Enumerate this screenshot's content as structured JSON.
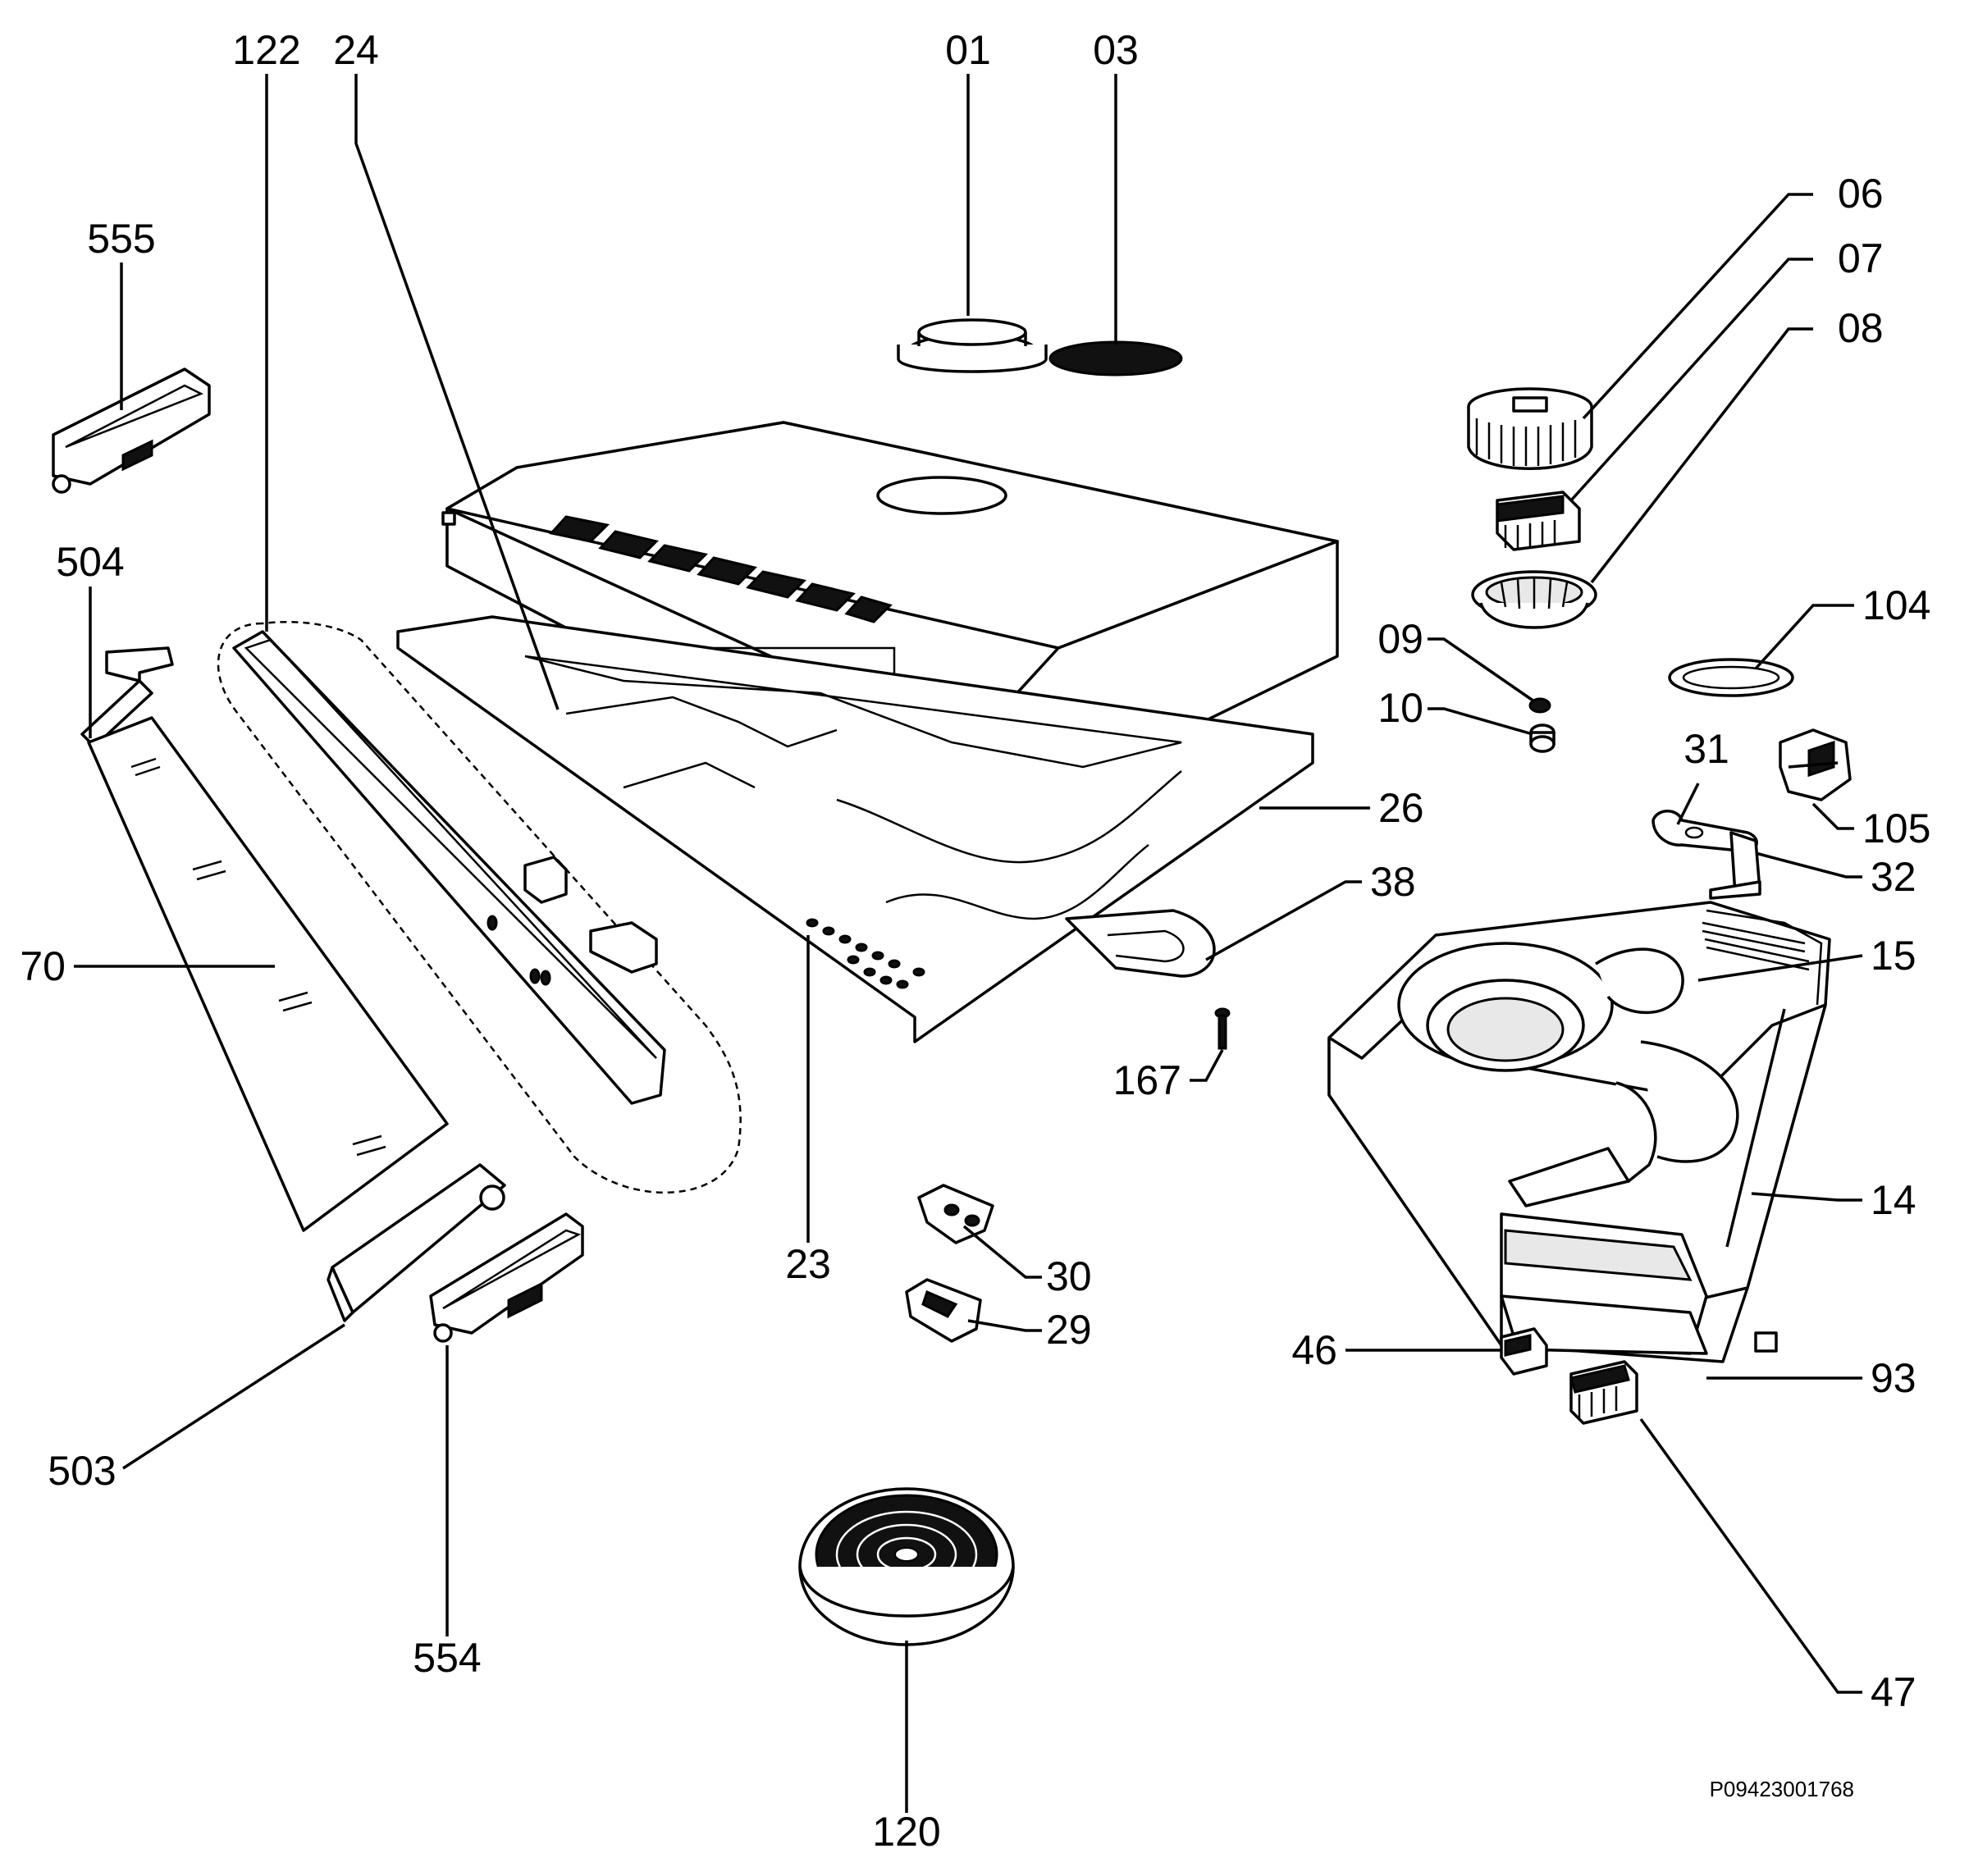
{
  "diagram": {
    "drawing_code": "P09423001768",
    "callouts": [
      {
        "id": "c01",
        "label": "01"
      },
      {
        "id": "c03",
        "label": "03"
      },
      {
        "id": "c06",
        "label": "06"
      },
      {
        "id": "c07",
        "label": "07"
      },
      {
        "id": "c08",
        "label": "08"
      },
      {
        "id": "c09",
        "label": "09"
      },
      {
        "id": "c10",
        "label": "10"
      },
      {
        "id": "c14",
        "label": "14"
      },
      {
        "id": "c15",
        "label": "15"
      },
      {
        "id": "c23",
        "label": "23"
      },
      {
        "id": "c24",
        "label": "24"
      },
      {
        "id": "c26",
        "label": "26"
      },
      {
        "id": "c29",
        "label": "29"
      },
      {
        "id": "c30",
        "label": "30"
      },
      {
        "id": "c31",
        "label": "31"
      },
      {
        "id": "c32",
        "label": "32"
      },
      {
        "id": "c38",
        "label": "38"
      },
      {
        "id": "c46",
        "label": "46"
      },
      {
        "id": "c47",
        "label": "47"
      },
      {
        "id": "c70",
        "label": "70"
      },
      {
        "id": "c93",
        "label": "93"
      },
      {
        "id": "c104",
        "label": "104"
      },
      {
        "id": "c105",
        "label": "105"
      },
      {
        "id": "c120",
        "label": "120"
      },
      {
        "id": "c122",
        "label": "122"
      },
      {
        "id": "c167",
        "label": "167"
      },
      {
        "id": "c503",
        "label": "503"
      },
      {
        "id": "c504",
        "label": "504"
      },
      {
        "id": "c554",
        "label": "554"
      },
      {
        "id": "c555",
        "label": "555"
      }
    ]
  }
}
